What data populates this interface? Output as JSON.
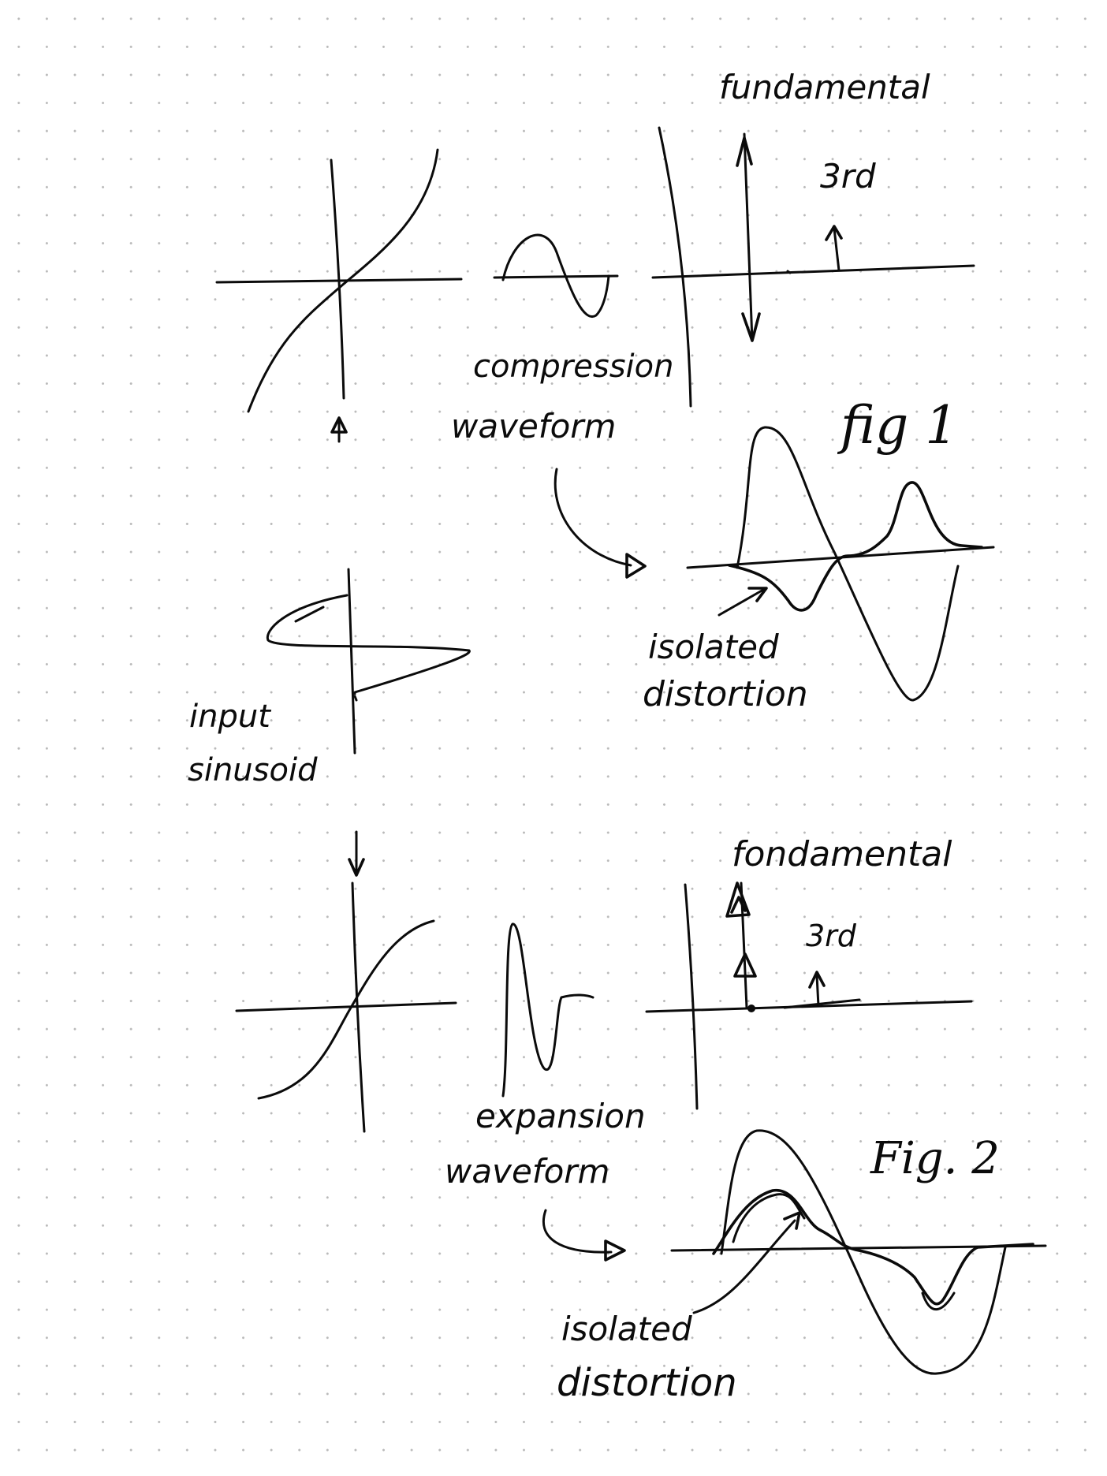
{
  "colors": {
    "ink": "#0b0b0b",
    "paper": "#ffffff",
    "dot_grid": "#b9b9b9"
  },
  "figures": {
    "fig1": {
      "caption": "fig 1",
      "spectrum": {
        "fundamental_label": "fundamental",
        "third_label": "3rd"
      },
      "transfer_curve_label": "compression",
      "waveform_label": "waveform",
      "distortion_label_line1": "isolated",
      "distortion_label_line2": "distortion"
    },
    "fig2": {
      "caption": "Fig. 2",
      "spectrum": {
        "fundamental_label": "fondamental",
        "third_label": "3rd"
      },
      "transfer_curve_label": "expansion",
      "waveform_label": "waveform",
      "distortion_label_line1": "isolated",
      "distortion_label_line2": "distortion"
    }
  },
  "input": {
    "label_line1": "input",
    "label_line2": "sinusoid"
  }
}
